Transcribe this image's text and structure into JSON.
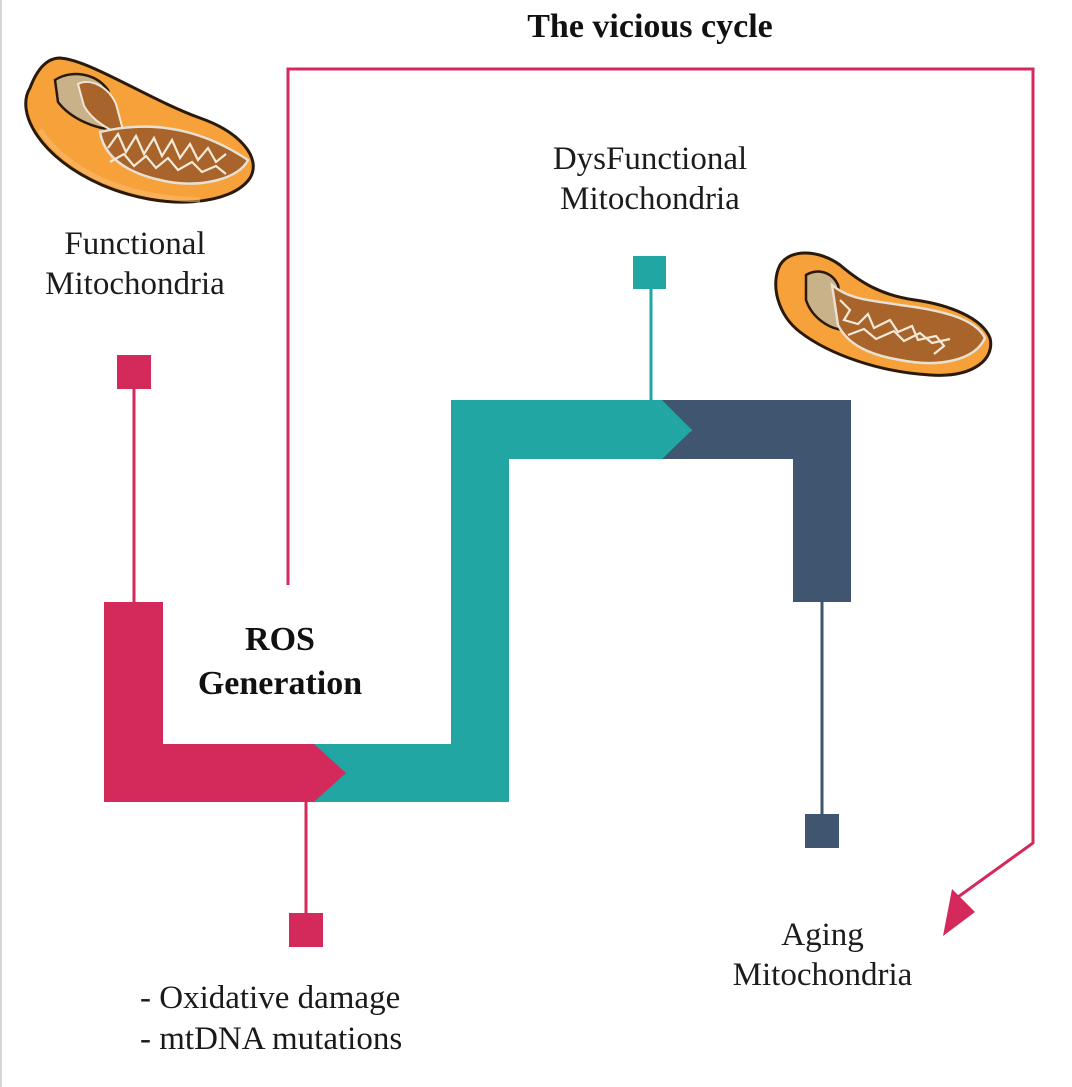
{
  "title": "The vicious cycle",
  "colors": {
    "crimson": "#d42a5b",
    "teal": "#21a6a4",
    "slate": "#3f5570",
    "orange": "#f7a13b",
    "brown": "#a8642a"
  },
  "nodes": {
    "functional": {
      "line1": "Functional",
      "line2": "Mitochondria",
      "icon": "mitochondrion-healthy-icon"
    },
    "ros": {
      "line1": "ROS",
      "line2": "Generation"
    },
    "consequences": {
      "items": [
        "- Oxidative damage",
        "- mtDNA mutations"
      ]
    },
    "dysfunctional": {
      "line1": "DysFunctional",
      "line2": "Mitochondria",
      "icon": "mitochondrion-damaged-icon"
    },
    "aging": {
      "line1": "Aging",
      "line2": "Mitochondria"
    }
  },
  "flow": [
    "Functional Mitochondria",
    "ROS Generation",
    "DysFunctional Mitochondria",
    "Aging Mitochondria"
  ],
  "feedback": {
    "from": "ROS Generation",
    "to": "Aging Mitochondria",
    "label": "The vicious cycle"
  }
}
